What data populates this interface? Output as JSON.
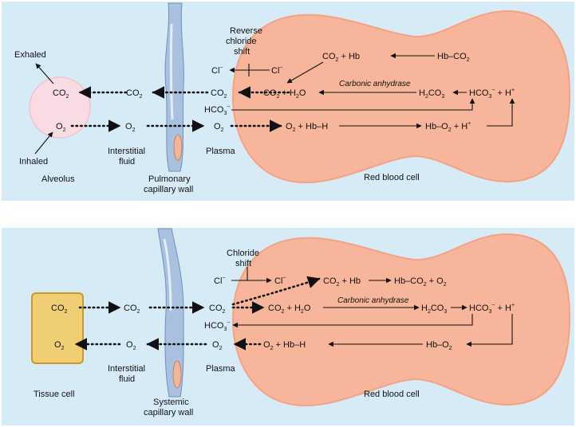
{
  "colors": {
    "panel_bg": "#d7ebf7",
    "rbc_fill": "#f7b59b",
    "rbc_stroke": "#f4a282",
    "alveolus_fill": "#f9dbe3",
    "tissue_cell_fill": "#f0cf74",
    "tissue_cell_stroke": "#c99a2a",
    "capillary_fill": "#a9c1df"
  },
  "top": {
    "exhaled": "Exhaled",
    "inhaled": "Inhaled",
    "alveolus": "Alveolus",
    "interstitial": [
      "Interstitial",
      "fluid"
    ],
    "wall": [
      "Pulmonary",
      "capillary wall"
    ],
    "plasma": "Plasma",
    "rbc": "Red blood cell",
    "shift": [
      "Reverse",
      "chloride",
      "shift"
    ],
    "cl": "Cl",
    "co2": "CO",
    "o2": "O",
    "hco3": "HCO",
    "hb": "Hb",
    "hbh": "Hb–H",
    "hbco2": "Hb–CO",
    "hbo2": "Hb–O",
    "h2o": "H",
    "h2co3": "H",
    "hplus": "H",
    "enzyme": "Carbonic anhydrase"
  },
  "bottom": {
    "tissue": "Tissue cell",
    "interstitial": [
      "Interstitial",
      "fluid"
    ],
    "wall": [
      "Systemic",
      "capillary wall"
    ],
    "plasma": "Plasma",
    "rbc": "Red blood cell",
    "shift": [
      "Chloride",
      "shift"
    ],
    "enzyme": "Carbonic anhydrase"
  }
}
